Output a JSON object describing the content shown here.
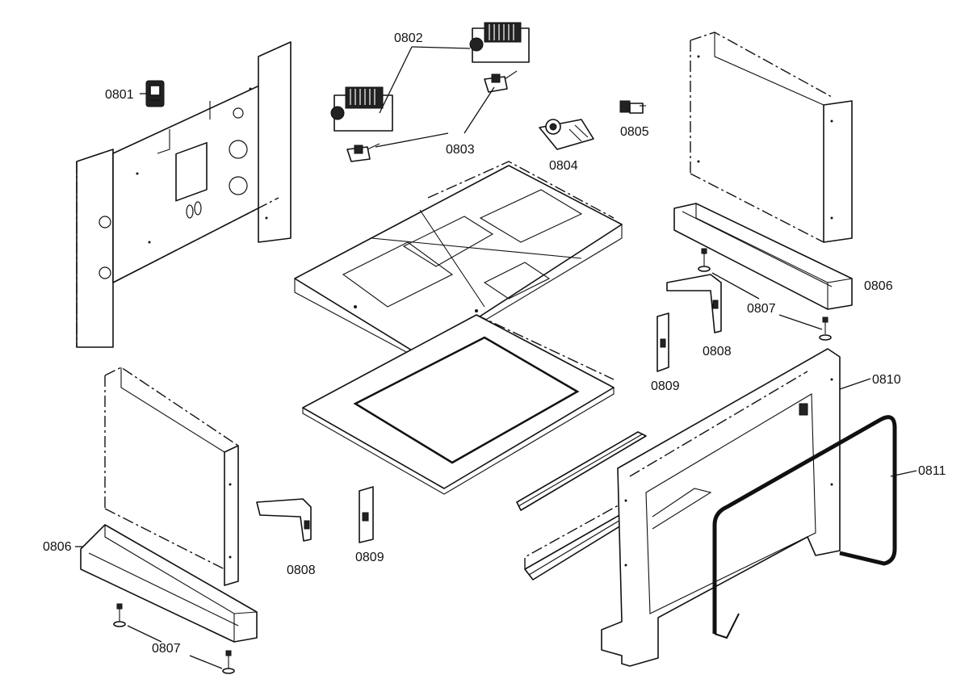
{
  "labels": {
    "p0801": "0801",
    "p0802": "0802",
    "p0803": "0803",
    "p0804": "0804",
    "p0805": "0805",
    "p0806_right": "0806",
    "p0806_left": "0806",
    "p0807_right": "0807",
    "p0807_left": "0807",
    "p0808_right": "0808",
    "p0808_left": "0808",
    "p0809_right": "0809",
    "p0809_left": "0809",
    "p0810": "0810",
    "p0811": "0811"
  }
}
